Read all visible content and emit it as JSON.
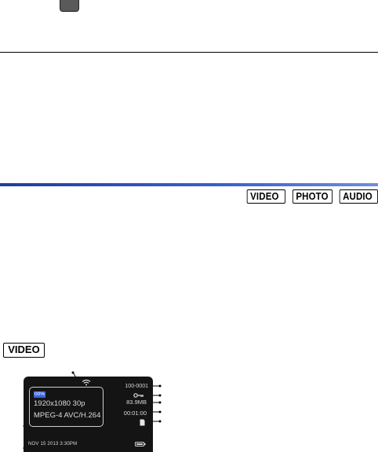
{
  "tabs": [
    "VIDEO",
    "PHOTO",
    "AUDIO"
  ],
  "section_badge": "VIDEO",
  "screen": {
    "progress_label": "00%",
    "resolution": "1920x1080 30p",
    "codec": "MPEG-4 AVC/H.264",
    "folder_number": "100-0001",
    "file_size": "83.9MB",
    "duration": "00:01:00",
    "datetime": "NOV 15 2013   3:30PM"
  },
  "icons": {
    "wifi": "wifi-icon",
    "protect": "key-icon",
    "card": "memory-card-icon",
    "battery": "battery-icon"
  },
  "colors": {
    "rule_blue": "#2a4fb8",
    "highlight": "#3b63d6",
    "screen_bg": "#141414"
  }
}
